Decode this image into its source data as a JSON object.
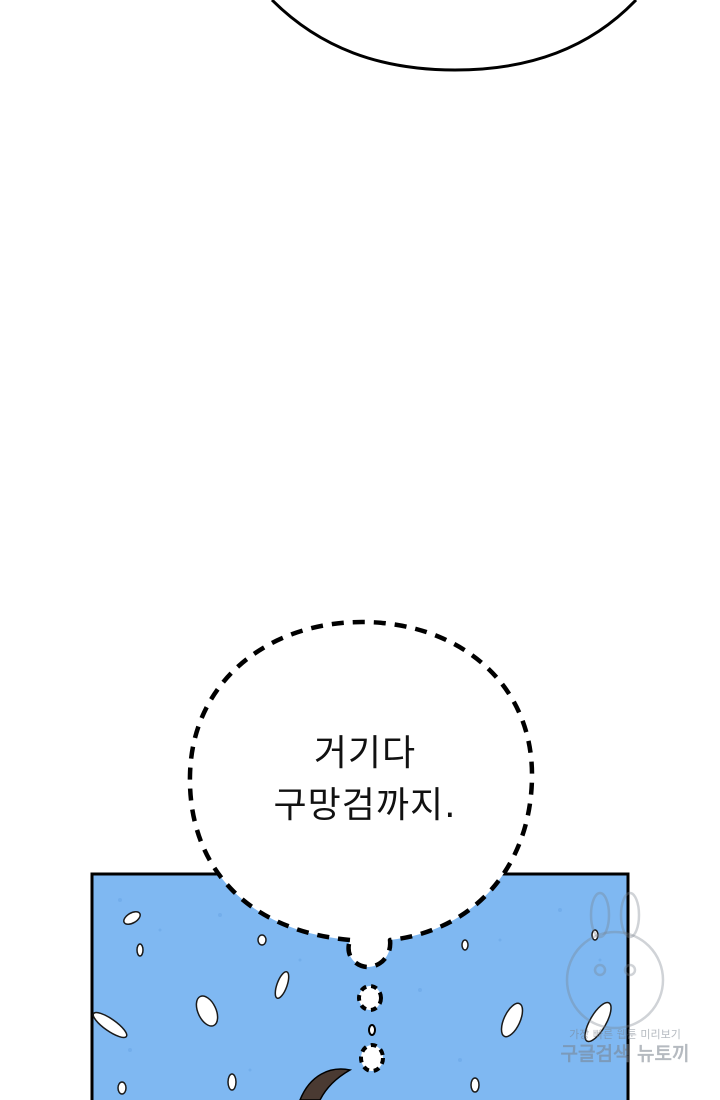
{
  "speech_bubble": {
    "line1": "거기다",
    "line2": "구망검까지."
  },
  "watermark": {
    "line1": "가장 빠른 웹툰 미리보기",
    "line2": "구글검색 뉴토끼"
  },
  "colors": {
    "background": "#ffffff",
    "panel_blue": "#7fb8f2",
    "panel_border": "#000000",
    "bubble_outline": "#000000"
  }
}
